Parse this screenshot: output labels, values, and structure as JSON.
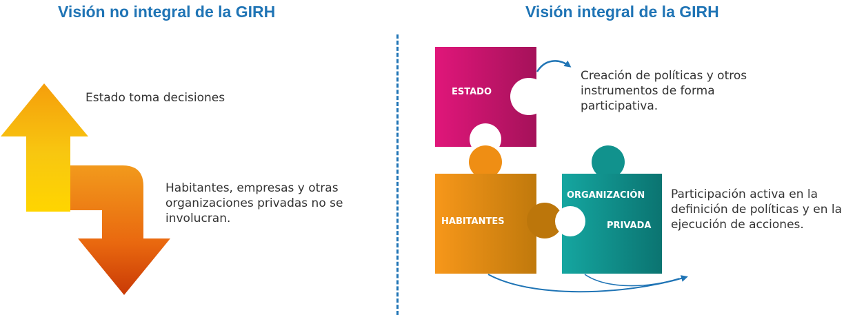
{
  "left": {
    "title": "Visión no integral de la GIRH",
    "state_text": "Estado toma decisiones",
    "inhabitants_text": "Habitantes, empresas y otras organizaciones privadas no se involucran."
  },
  "right": {
    "title": "Visión integral de la GIRH",
    "pieces": {
      "estado": "ESTADO",
      "habitantes": "HABITANTES",
      "organizacion_line1": "ORGANIZACIÓN",
      "organizacion_line2": "PRIVADA"
    },
    "creation_text": "Creación de políticas y otros instrumentos de forma participativa.",
    "participation_text": "Participación activa en la definición de políticas y en la ejecución de acciones."
  },
  "colors": {
    "heading": "#1f74b5",
    "estado_piece": "#c2105f",
    "habitantes_piece": "#f0920e",
    "organizacion_piece": "#138f8b",
    "arrow_up": "#f7b20c",
    "arrow_down": "#e3640f"
  },
  "icons": [
    "up-arrow-icon",
    "down-arrow-icon",
    "curved-arrow-icon",
    "puzzle-piece-icon"
  ]
}
